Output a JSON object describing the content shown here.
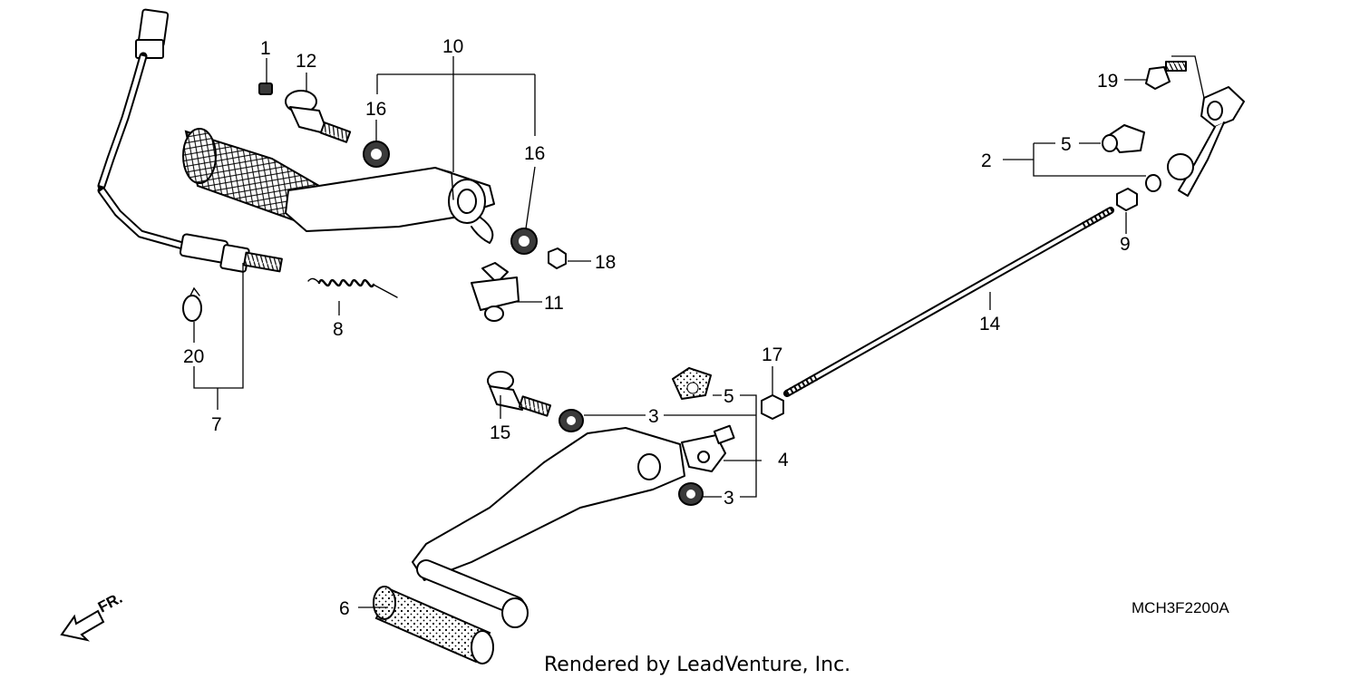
{
  "diagram": {
    "code": "MCH3F2200A",
    "credit": "Rendered by LeadVenture, Inc.",
    "direction": "FR."
  },
  "callouts": [
    {
      "id": "c1",
      "label": "1"
    },
    {
      "id": "c12",
      "label": "12"
    },
    {
      "id": "c10",
      "label": "10"
    },
    {
      "id": "c16a",
      "label": "16"
    },
    {
      "id": "c16b",
      "label": "16"
    },
    {
      "id": "c18",
      "label": "18"
    },
    {
      "id": "c11",
      "label": "11"
    },
    {
      "id": "c8",
      "label": "8"
    },
    {
      "id": "c20",
      "label": "20"
    },
    {
      "id": "c7",
      "label": "7"
    },
    {
      "id": "c19",
      "label": "19"
    },
    {
      "id": "c5a",
      "label": "5"
    },
    {
      "id": "c2",
      "label": "2"
    },
    {
      "id": "c9",
      "label": "9"
    },
    {
      "id": "c14",
      "label": "14"
    },
    {
      "id": "c17",
      "label": "17"
    },
    {
      "id": "c5b",
      "label": "5"
    },
    {
      "id": "c3a",
      "label": "3"
    },
    {
      "id": "c4",
      "label": "4"
    },
    {
      "id": "c3b",
      "label": "3"
    },
    {
      "id": "c15",
      "label": "15"
    },
    {
      "id": "c6",
      "label": "6"
    }
  ],
  "colors": {
    "ink": "#000000",
    "paper": "#ffffff",
    "shade": "#3a3a3a"
  }
}
